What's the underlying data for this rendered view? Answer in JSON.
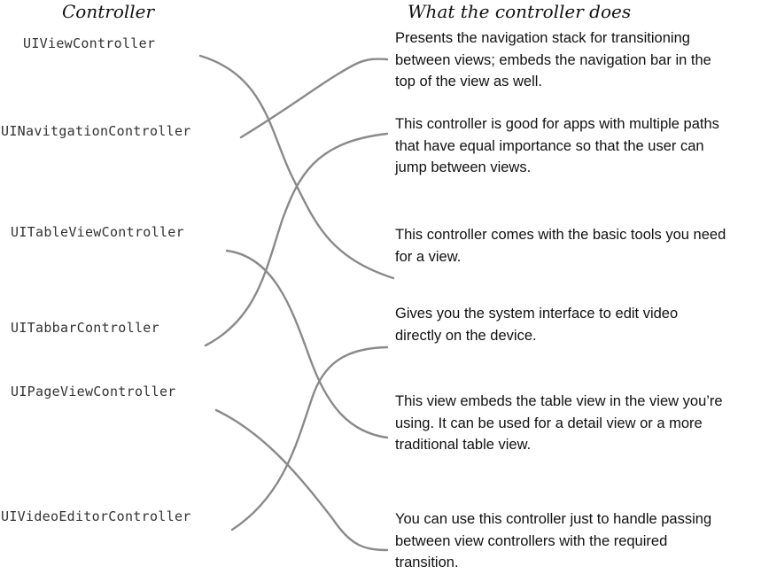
{
  "headers": {
    "controller": "Controller",
    "what_it_does": "What the controller does"
  },
  "controllers": [
    "UIViewController",
    "UINavitgationController",
    "UITableViewController",
    "UITabbarController",
    "UIPageViewController",
    "UIVideoEditorController"
  ],
  "descriptions": [
    {
      "lines": [
        "Presents the navigation stack for transitioning",
        "between views; embeds the navigation bar in the",
        "top of the view as well."
      ]
    },
    {
      "lines": [
        "This controller is good for apps with multiple paths",
        "that have equal importance so that the user can",
        "jump between views."
      ]
    },
    {
      "lines": [
        "This controller comes with the basic tools you need",
        "for a view."
      ]
    },
    {
      "lines": [
        "Gives you the system interface to edit video",
        "directly on the device."
      ]
    },
    {
      "lines": [
        "This view embeds the table view in the view you’re",
        "using. It can be used for a detail view or a more",
        "traditional table view."
      ]
    },
    {
      "lines": [
        "You can use this controller just to handle passing",
        "between view controllers with the required",
        "transition."
      ]
    }
  ],
  "matches": [
    {
      "controller": "UIViewController",
      "description": "This controller comes with the basic tools you need for a view."
    },
    {
      "controller": "UINavitgationController",
      "description": "Presents the navigation stack for transitioning between views; embeds the navigation bar in the top of the view as well."
    },
    {
      "controller": "UITableViewController",
      "description": "This view embeds the table view in the view you’re using. It can be used for a detail view or a more traditional table view."
    },
    {
      "controller": "UITabbarController",
      "description": "This controller is good for apps with multiple paths that have equal importance so that the user can jump between views."
    },
    {
      "controller": "UIPageViewController",
      "description": "You can use this controller just to handle passing between view controllers with the required transition."
    },
    {
      "controller": "UIVideoEditorController",
      "description": "Gives you the system interface to edit video directly on the device."
    }
  ],
  "line_color": "#8a8a8a"
}
